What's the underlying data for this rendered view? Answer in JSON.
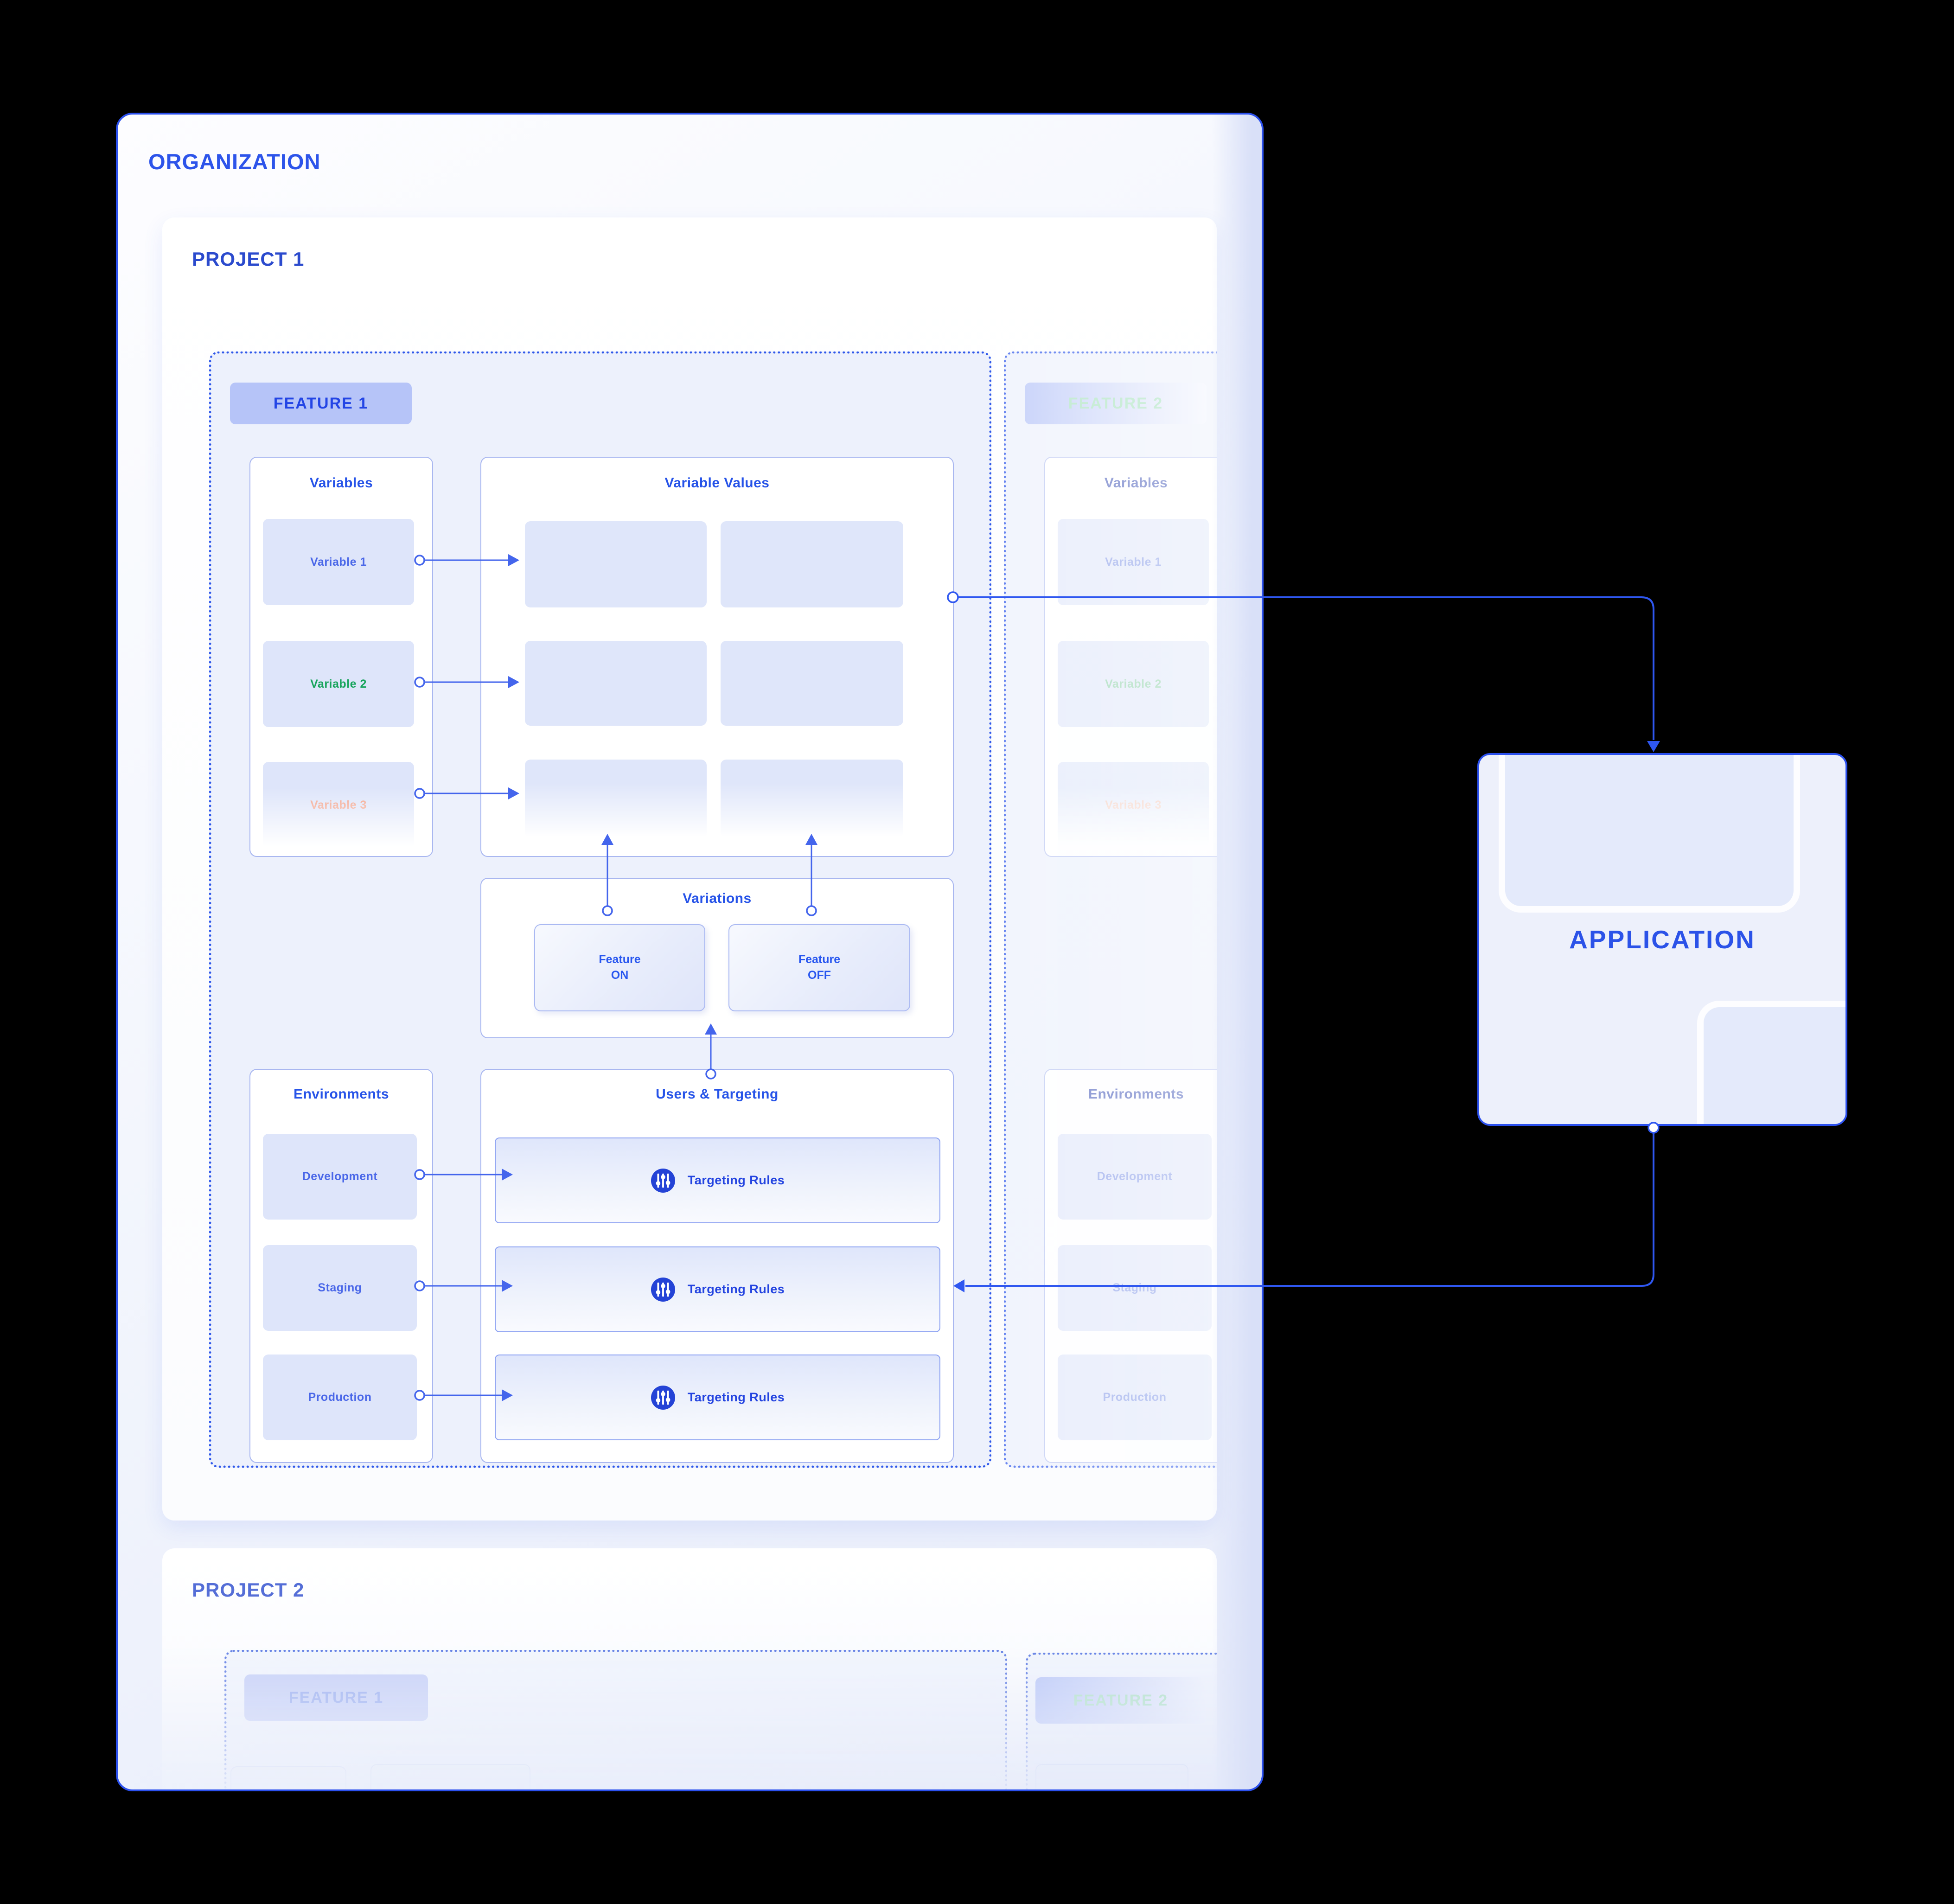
{
  "organization": {
    "title": "ORGANIZATION"
  },
  "project1": {
    "title": "PROJECT 1",
    "feature1": {
      "badge": "FEATURE 1",
      "variables": {
        "title": "Variables",
        "items": [
          "Variable 1",
          "Variable 2",
          "Variable 3"
        ]
      },
      "variable_values": {
        "title": "Variable Values"
      },
      "variations": {
        "title": "Variations",
        "cards": [
          {
            "line1": "Feature",
            "line2": "ON"
          },
          {
            "line1": "Feature",
            "line2": "OFF"
          }
        ]
      },
      "environments": {
        "title": "Environments",
        "items": [
          "Development",
          "Staging",
          "Production"
        ]
      },
      "users_targeting": {
        "title": "Users & Targeting",
        "rules_label": "Targeting Rules"
      }
    },
    "feature2": {
      "badge": "FEATURE 2",
      "variables": {
        "title": "Variables",
        "items": [
          "Variable 1",
          "Variable 2",
          "Variable 3"
        ]
      },
      "environments": {
        "title": "Environments",
        "items": [
          "Development",
          "Staging",
          "Production"
        ]
      }
    }
  },
  "project2": {
    "title": "PROJECT 2",
    "feature1_badge": "FEATURE 1",
    "feature2_badge": "FEATURE 2"
  },
  "application": {
    "title": "APPLICATION"
  },
  "colors": {
    "accent_blue": "#2b52e8",
    "wire_blue": "#3b62ee",
    "badge_bg": "#b6c4f8",
    "panel_border": "#a9b7f0",
    "chip_bg": "#dee5fa",
    "chip_text": "#4a67e8",
    "variable2_green": "#17a45c",
    "variable3_salmon": "#f2a38c",
    "icon_circle": "#2443d6",
    "background": "#000000"
  },
  "icons": {
    "targeting": "sliders-icon"
  }
}
